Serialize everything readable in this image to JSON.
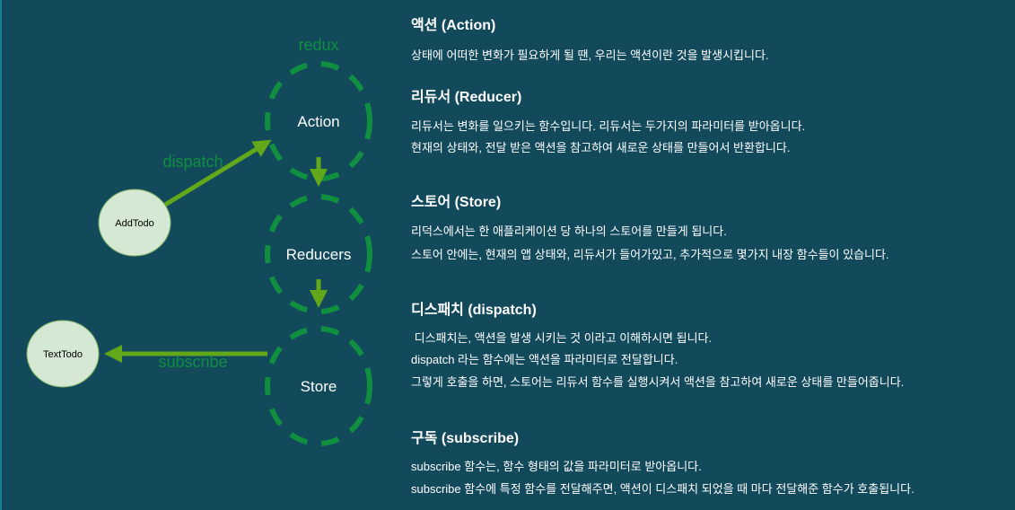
{
  "diagram": {
    "group_label": "redux",
    "nodes": {
      "action": "Action",
      "reducers": "Reducers",
      "store": "Store",
      "add_todo": "AddTodo",
      "text_todo": "TextTodo"
    },
    "edges": {
      "dispatch": "dispatch",
      "subscribe": "subscribe"
    },
    "colors": {
      "background": "#124a5c",
      "dashed_circle": "#0f8f3f",
      "arrow": "#62a81a",
      "label": "#0f8f3f",
      "node_fill": "#d5e8d4"
    }
  },
  "sections": [
    {
      "title": "액션 (Action)",
      "lines": [
        "상태에 어떠한 변화가 필요하게 될 땐, 우리는 액션이란 것을 발생시킵니다."
      ]
    },
    {
      "title": "리듀서 (Reducer)",
      "lines": [
        "리듀서는 변화를 일으키는 함수입니다. 리듀서는 두가지의 파라미터를 받아옵니다.",
        "현재의 상태와, 전달 받은 액션을 참고하여 새로운 상태를 만들어서 반환합니다."
      ]
    },
    {
      "title": "스토어 (Store)",
      "lines": [
        "리덕스에서는 한 애플리케이션 당 하나의 스토어를 만들게 됩니다.",
        "스토어 안에는, 현재의 앱 상태와, 리듀서가 들어가있고, 추가적으로 몇가지 내장 함수들이 있습니다."
      ]
    },
    {
      "title": "디스패치 (dispatch)",
      "lines": [
        " 디스패치는, 액션을 발생 시키는 것 이라고 이해하시면 됩니다.",
        "dispatch 라는 함수에는 액션을 파라미터로 전달합니다.",
        "그렇게 호출을 하면, 스토어는 리듀서 함수를 실행시켜서 액션을 참고하여 새로운 상태를 만들어줍니다."
      ]
    },
    {
      "title": "구독 (subscribe)",
      "lines": [
        "subscribe 함수는, 함수 형태의 값을 파라미터로 받아옵니다.",
        "subscribe 함수에 특정 함수를 전달해주면, 액션이 디스패치 되었을 때 마다 전달해준 함수가 호출됩니다."
      ]
    }
  ]
}
